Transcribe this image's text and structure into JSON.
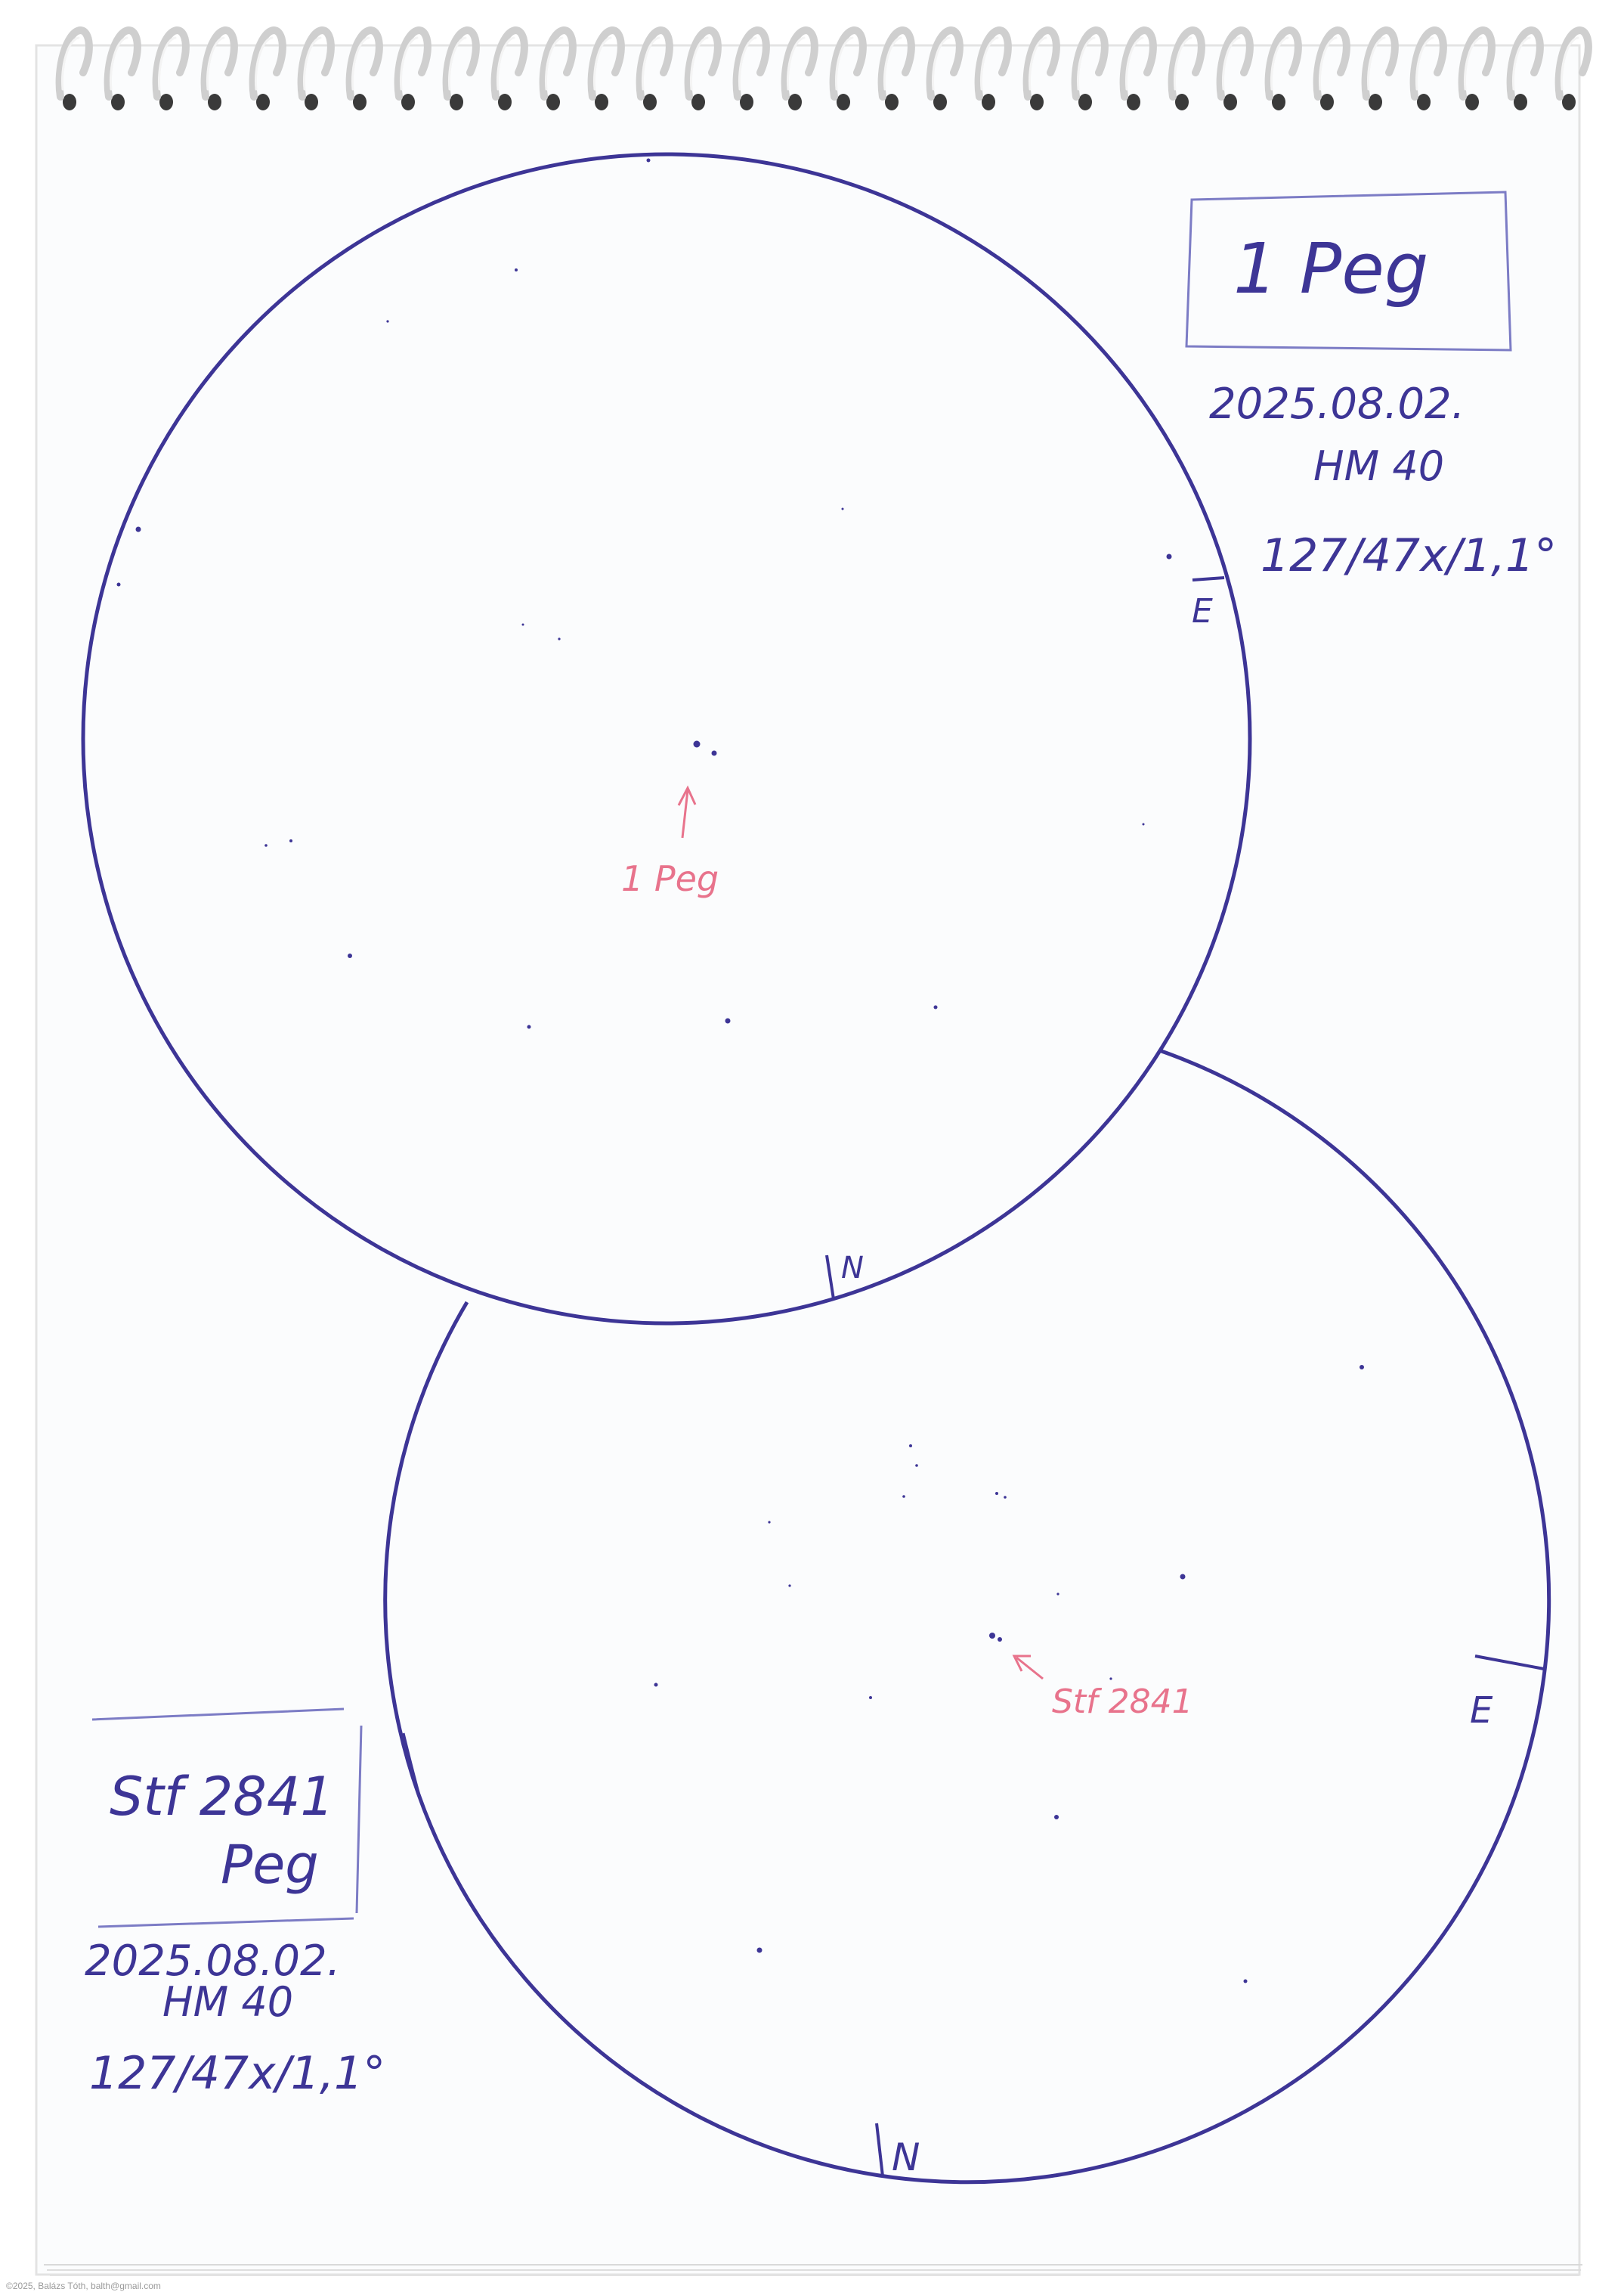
{
  "sketch_1": {
    "title": "1 Peg",
    "date": "2025.08.02.",
    "instrument": "HM 40",
    "details": "127/47x/1,1°",
    "east_label": "E",
    "north_label": "N",
    "target_label": "1 Peg"
  },
  "sketch_2": {
    "title_line1": "Stf 2841",
    "title_line2": "Peg",
    "date": "2025.08.02.",
    "instrument": "HM 40",
    "details": "127/47x/1,1°",
    "east_label": "E",
    "north_label": "N",
    "target_label": "Stf 2841"
  },
  "credit": "©2025, Balázs Tóth, balth@gmail.com",
  "colors": {
    "paper": "#fbfcfd",
    "ink": "#3d3596",
    "annotation": "#e8738c",
    "binding": "#d2d2d2"
  }
}
